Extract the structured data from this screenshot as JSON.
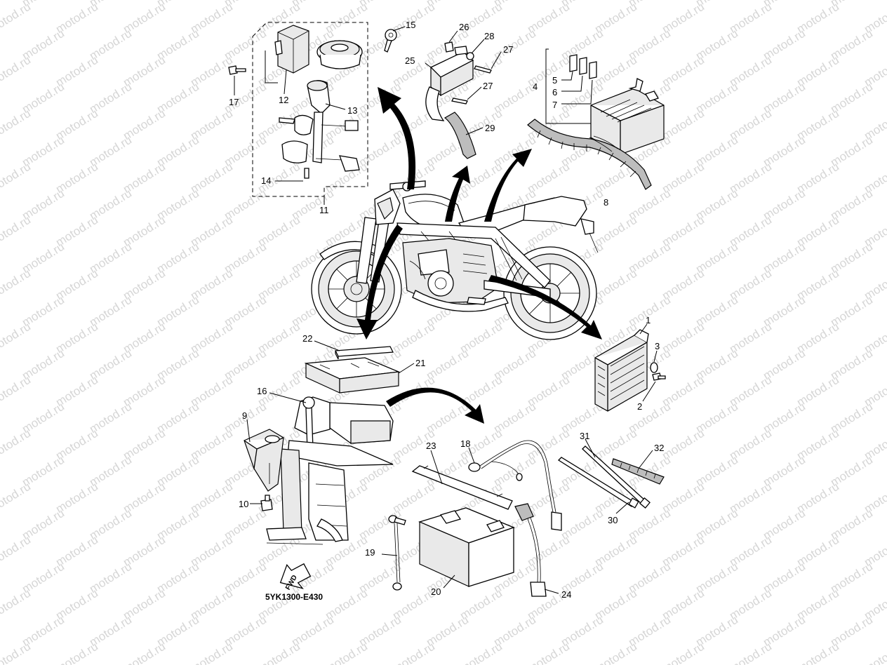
{
  "watermark": {
    "text": "motod.ru"
  },
  "diagram_code": "5YK1300-E430",
  "fwd_label": "FWD",
  "callouts": [
    {
      "id": "c1",
      "text": "1"
    },
    {
      "id": "c2",
      "text": "2"
    },
    {
      "id": "c3",
      "text": "3"
    },
    {
      "id": "c4",
      "text": "4"
    },
    {
      "id": "c5",
      "text": "5"
    },
    {
      "id": "c6",
      "text": "6"
    },
    {
      "id": "c7",
      "text": "7"
    },
    {
      "id": "c8",
      "text": "8"
    },
    {
      "id": "c9",
      "text": "9"
    },
    {
      "id": "c10",
      "text": "10"
    },
    {
      "id": "c11",
      "text": "11"
    },
    {
      "id": "c12",
      "text": "12"
    },
    {
      "id": "c13",
      "text": "13"
    },
    {
      "id": "c14",
      "text": "14"
    },
    {
      "id": "c15",
      "text": "15"
    },
    {
      "id": "c16",
      "text": "16"
    },
    {
      "id": "c17",
      "text": "17"
    },
    {
      "id": "c18",
      "text": "18"
    },
    {
      "id": "c19",
      "text": "19"
    },
    {
      "id": "c20",
      "text": "20"
    },
    {
      "id": "c21",
      "text": "21"
    },
    {
      "id": "c22",
      "text": "22"
    },
    {
      "id": "c23",
      "text": "23"
    },
    {
      "id": "c24",
      "text": "24"
    },
    {
      "id": "c25",
      "text": "25"
    },
    {
      "id": "c26",
      "text": "26"
    },
    {
      "id": "c27a",
      "text": "27"
    },
    {
      "id": "c27b",
      "text": "27"
    },
    {
      "id": "c28",
      "text": "28"
    },
    {
      "id": "c29",
      "text": "29"
    },
    {
      "id": "c30",
      "text": "30"
    },
    {
      "id": "c31",
      "text": "31"
    },
    {
      "id": "c32",
      "text": "32"
    }
  ]
}
